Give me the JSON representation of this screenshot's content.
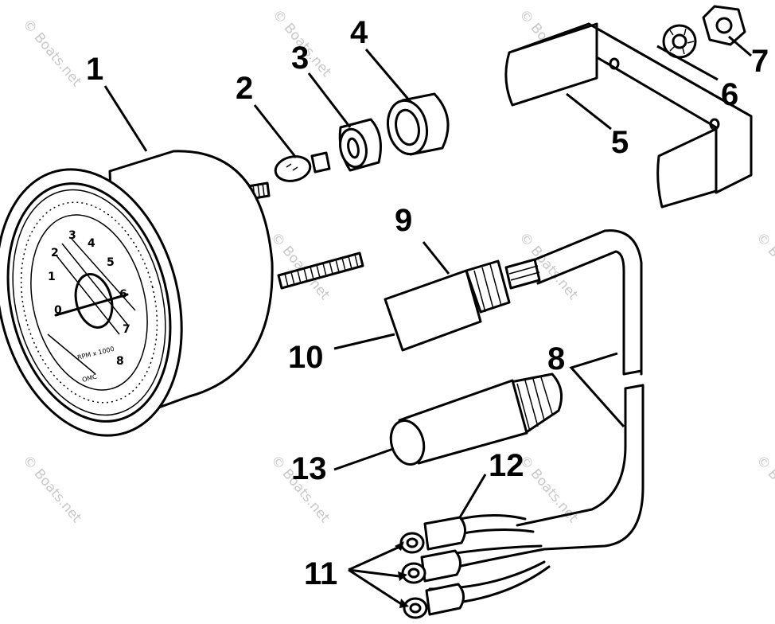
{
  "diagram": {
    "labels": {
      "l1": "1",
      "l2": "2",
      "l3": "3",
      "l4": "4",
      "l5": "5",
      "l6": "6",
      "l7": "7",
      "l8": "8",
      "l9": "9",
      "l10": "10",
      "l11": "11",
      "l12": "12",
      "l13": "13"
    },
    "watermark": "© Boats.net",
    "dial": {
      "numbers": [
        "0",
        "1",
        "2",
        "3",
        "4",
        "5",
        "6",
        "7",
        "8"
      ],
      "text_rpm": "RPM x 1000",
      "text_omc": "OMC"
    }
  }
}
